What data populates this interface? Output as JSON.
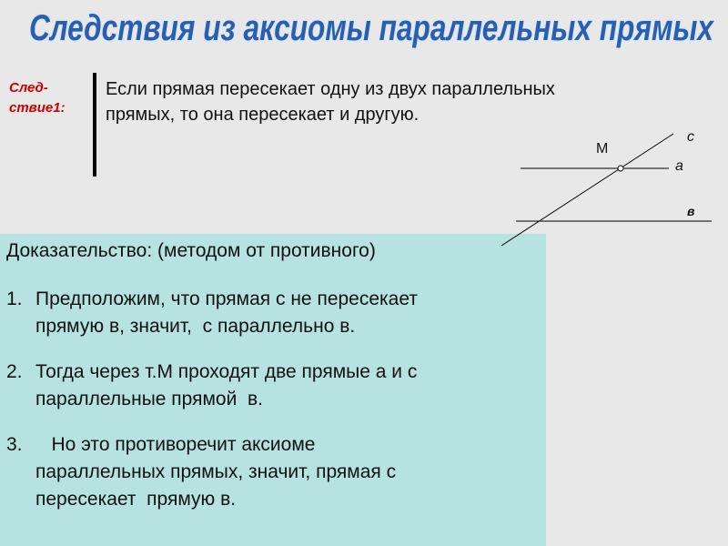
{
  "title": "Следствия из аксиомы параллельных прямых",
  "corollary": {
    "label_line1": "След-",
    "label_line2": "ствие1:",
    "statement_line1": "Если прямая пересекает одну из двух параллельных",
    "statement_line2": "прямых, то она пересекает и другую."
  },
  "diagram": {
    "label_c": "с",
    "label_a": "а",
    "label_b": "в",
    "label_m": "М"
  },
  "proof": {
    "title": "Доказательство: (методом от противного)",
    "steps": [
      {
        "number": "1.",
        "line1": "Предположим, что прямая с не пересекает",
        "line2": "прямую в, значит,  с параллельно в."
      },
      {
        "number": "2.",
        "line1": "Тогда через т.М проходят две прямые а и с",
        "line2": "параллельные прямой  в."
      },
      {
        "number": "3.",
        "line1": "   Но это противоречит аксиоме",
        "line2": "параллельных прямых, значит, прямая с",
        "line3": "пересекает  прямую в."
      }
    ]
  },
  "colors": {
    "background": "#e8e8e8",
    "title_fill": "#2a5fb0",
    "title_outline": "#d9e8f8",
    "corollary_label": "#cc0000",
    "proof_box": "#b6e2e2"
  }
}
